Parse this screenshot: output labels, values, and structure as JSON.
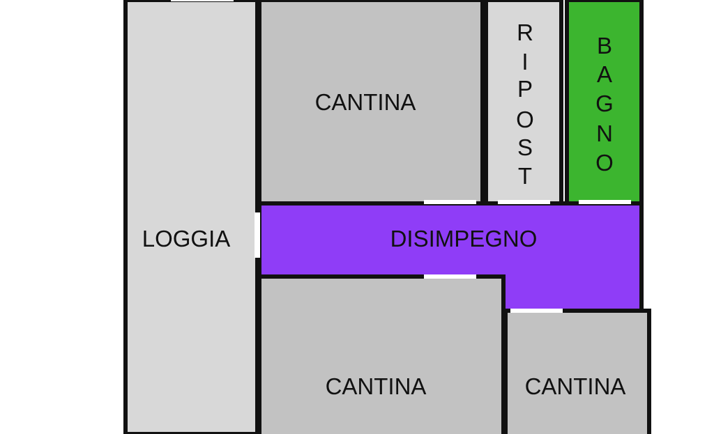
{
  "rooms": {
    "loggia": {
      "label": "LOGGIA",
      "color": "#d8d8d8"
    },
    "cantina_top": {
      "label": "CANTINA",
      "color": "#c2c2c2"
    },
    "ripost": {
      "label": "RIPOST",
      "letters": [
        "R",
        "I",
        "P",
        "O",
        "S",
        "T"
      ],
      "color": "#d8d8d8"
    },
    "bagno": {
      "label": "BAGNO",
      "letters": [
        "B",
        "A",
        "G",
        "N",
        "O"
      ],
      "color": "#3cb52f"
    },
    "disimpegno": {
      "label": "DISIMPEGNO",
      "color": "#8f3df7"
    },
    "cantina_bottom_left": {
      "label": "CANTINA",
      "color": "#c2c2c2"
    },
    "cantina_bottom_right": {
      "label": "CANTINA",
      "color": "#c2c2c2"
    }
  },
  "colors": {
    "wall": "#111111",
    "door_gap": "#ffffff",
    "background": "#ffffff"
  }
}
